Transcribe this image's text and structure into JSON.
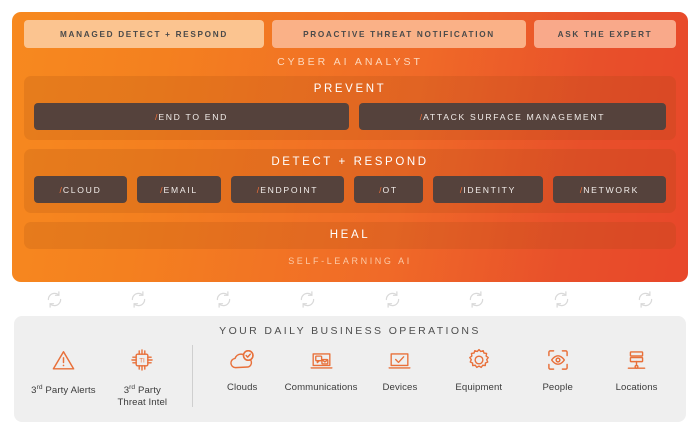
{
  "services": {
    "items": [
      {
        "label": "MANAGED DETECT + RESPOND"
      },
      {
        "label": "PROACTIVE THREAT NOTIFICATION"
      },
      {
        "label": "ASK THE EXPERT"
      }
    ]
  },
  "platform": {
    "analyst_title": "CYBER AI ANALYST",
    "self_learning": "SELF-LEARNING AI",
    "prevent": {
      "title": "PREVENT",
      "slash": "/",
      "items": [
        {
          "label": "END TO END"
        },
        {
          "label": "ATTACK SURFACE MANAGEMENT"
        }
      ]
    },
    "detect": {
      "title": "DETECT + RESPOND",
      "slash": "/",
      "items": [
        {
          "label": "CLOUD"
        },
        {
          "label": "EMAIL"
        },
        {
          "label": "ENDPOINT"
        },
        {
          "label": "OT"
        },
        {
          "label": "IDENTITY"
        },
        {
          "label": "NETWORK"
        }
      ]
    },
    "heal": {
      "title": "HEAL"
    }
  },
  "sync": {
    "icon": "sync-circular-arrows-icon",
    "count": 8
  },
  "operations": {
    "title": "YOUR DAILY BUSINESS OPERATIONS",
    "items": [
      {
        "icon": "warning-triangle-icon",
        "label_line1": "3rd Party Alerts",
        "label_line2": ""
      },
      {
        "icon": "threat-intel-chip-icon",
        "label_line1": "3rd Party",
        "label_line2": "Threat Intel",
        "chip_text": "TI"
      },
      {
        "icon": "cloud-check-icon",
        "label_line1": "Clouds",
        "label_line2": ""
      },
      {
        "icon": "communications-icon",
        "label_line1": "Communications",
        "label_line2": ""
      },
      {
        "icon": "laptop-check-icon",
        "label_line1": "Devices",
        "label_line2": ""
      },
      {
        "icon": "gear-icon",
        "label_line1": "Equipment",
        "label_line2": ""
      },
      {
        "icon": "eye-scan-icon",
        "label_line1": "People",
        "label_line2": ""
      },
      {
        "icon": "server-stack-icon",
        "label_line1": "Locations",
        "label_line2": ""
      }
    ]
  },
  "colors": {
    "orange_left": "#F7891F",
    "orange_right": "#E8472A",
    "chip_light": "#FBC08E",
    "chip_dark": "#55423C",
    "slash_accent": "#F2703A",
    "panel_gray": "#EFEFEF",
    "icon_orange": "#E8703A",
    "sync_gray": "#D8D8D8"
  }
}
